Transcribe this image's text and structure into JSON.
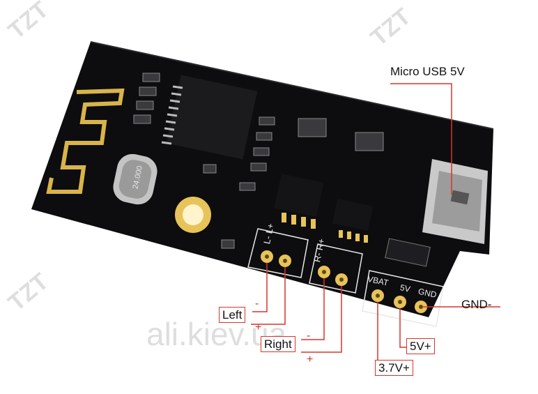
{
  "watermark": {
    "site": "ali.kiev.ua",
    "mark": "TZT"
  },
  "labels": {
    "micro_usb": "Micro USB 5V",
    "gnd": "GND-",
    "left": "Left",
    "right": "Right",
    "v5": "5V+",
    "v37": "3.7V+",
    "minus": "-",
    "plus": "+"
  },
  "silkscreen": {
    "lr_left": "L-  L+",
    "rr_right": "R-  R+",
    "vbat": "VBAT",
    "five_v": "5V",
    "gnd": "GND",
    "crystal": "24.000"
  },
  "colors": {
    "board": "#0d0d0f",
    "callout": "#d9342b",
    "gold": "#e8c35a"
  }
}
